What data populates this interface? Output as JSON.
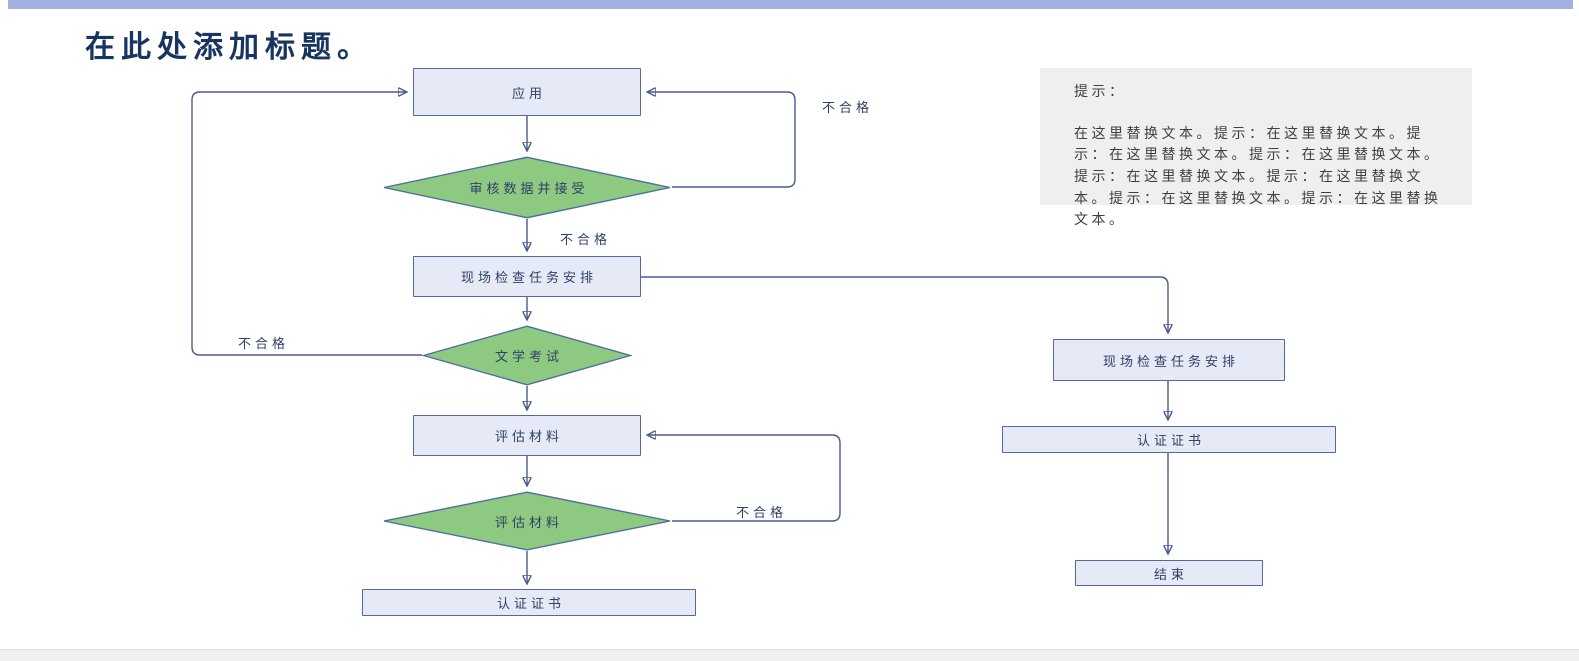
{
  "title": "在此处添加标题。",
  "flow": {
    "app": {
      "label": "应用"
    },
    "review_diamond": {
      "label": "审核数据并接受"
    },
    "onsite_box": {
      "label": "现场检查任务安排"
    },
    "literature_diamond": {
      "label": "文学考试"
    },
    "evaluate_box": {
      "label": "评估材料"
    },
    "evaluate_diamond": {
      "label": "评估材料"
    },
    "certificate_box": {
      "label": "认证证书"
    },
    "right_onsite_box": {
      "label": "现场检查任务安排"
    },
    "right_certificate_box": {
      "label": "认证证书"
    },
    "end_box": {
      "label": "结束"
    }
  },
  "edge_labels": [
    "不合格",
    "不合格",
    "不合格",
    "不合格"
  ],
  "note": {
    "title": "提示：",
    "body": "在这里替换文本。提示：在这里替换文本。提示：在这里替换文本。提示：在这里替换文本。提示：在这里替换文本。提示：在这里替换文本。提示：在这里替换文本。提示：在这里替换文本。"
  },
  "colors": {
    "topbar": "#a2b1e1",
    "box_fill": "#e6e9f6",
    "box_border": "#56679c",
    "diamond_fill": "#8ec982",
    "diamond_border": "#4d6f9b",
    "line": "#4a5a8c",
    "arrow": "#2e3f63",
    "node_text": "#2f4166",
    "title_text": "#17355e",
    "note_bg": "#efefef",
    "note_text": "#3f3f3f",
    "footer_bg": "#f0f0f0"
  }
}
